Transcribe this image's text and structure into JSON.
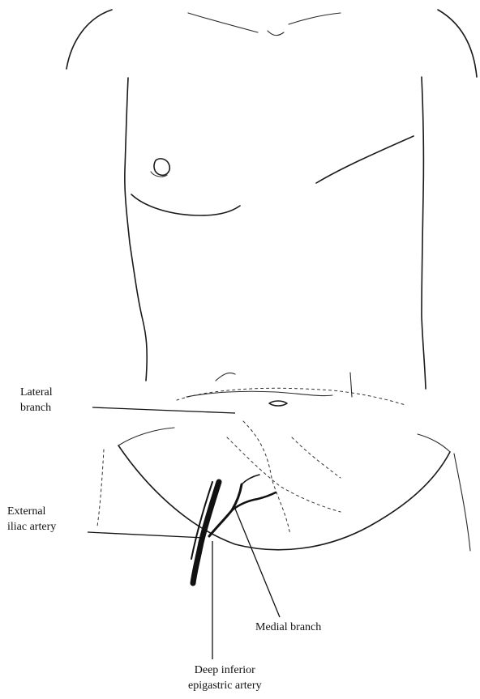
{
  "labels": {
    "lateral_branch": [
      "Lateral",
      "branch"
    ],
    "external_iliac_artery": [
      "External",
      "iliac artery"
    ],
    "medial_branch": "Medial branch",
    "deep_inferior_epigastric_artery": [
      "Deep inferior",
      "epigastric artery"
    ]
  },
  "colors": {
    "line": "#111111",
    "background": "#ffffff"
  }
}
